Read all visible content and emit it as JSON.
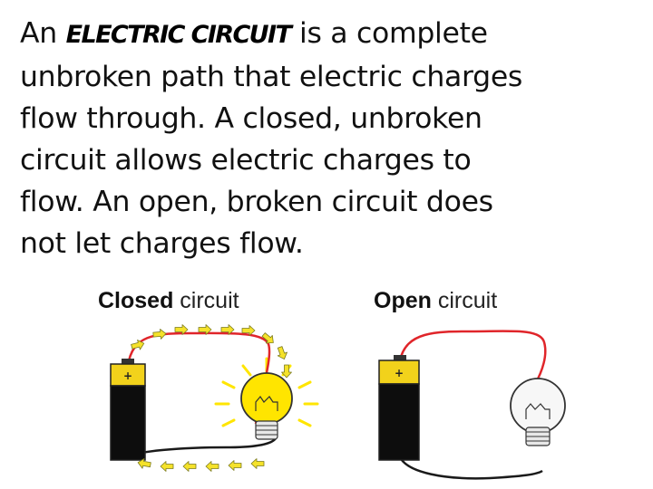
{
  "paragraph": {
    "intro": "An ",
    "term": "ELECTRIC CIRCUIT",
    "line1_rest": " is a complete",
    "line2": "unbroken path that electric charges",
    "line3": "flow through. A closed, unbroken",
    "line4": "circuit allows electric charges to",
    "line5": "flow. An open, broken circuit does",
    "line6": "not let charges flow."
  },
  "closed_circuit": {
    "caption_bold": "Closed",
    "caption_rest": " circuit",
    "battery_sign": "+",
    "bulb_lit": true
  },
  "open_circuit": {
    "caption_bold": "Open",
    "caption_rest": " circuit",
    "battery_sign": "+",
    "bulb_lit": false
  },
  "colors": {
    "wire_top": "#e0252a",
    "wire_bottom": "#1a1a1a",
    "battery_cap": "#f2d21b",
    "battery_body": "#0d0d0d",
    "bulb_glow": "#ffe500",
    "arrow_fill": "#f5e22a"
  }
}
